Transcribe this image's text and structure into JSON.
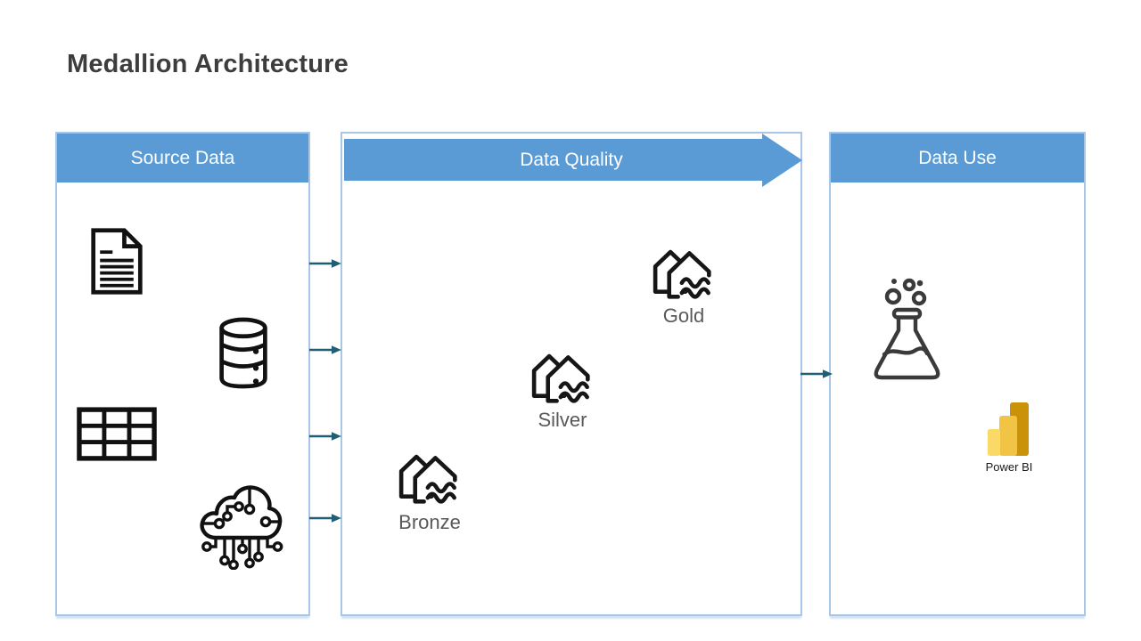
{
  "title": "Medallion Architecture",
  "panels": {
    "source": {
      "header": "Source Data"
    },
    "quality": {
      "header": "Data Quality",
      "layers": {
        "bronze": "Bronze",
        "silver": "Silver",
        "gold": "Gold"
      }
    },
    "use": {
      "header": "Data Use",
      "powerbi_label": "Power BI"
    }
  },
  "icons": {
    "source": [
      "document-icon",
      "database-icon",
      "table-icon",
      "cloud-network-icon"
    ],
    "quality": [
      "lakehouse-icon-bronze",
      "lakehouse-icon-silver",
      "lakehouse-icon-gold"
    ],
    "use": [
      "flask-icon",
      "powerbi-logo"
    ]
  },
  "colors": {
    "header_blue": "#5B9BD5",
    "panel_border": "#AAC6E6",
    "connector_teal": "#1E5F74",
    "title_gray": "#3D3D3D",
    "layer_label_gray": "#595959",
    "icon_black": "#111111",
    "flask_gray": "#3A3A3A",
    "powerbi_light": "#FBD966",
    "powerbi_mid": "#F2C445",
    "powerbi_dark": "#C99208"
  }
}
